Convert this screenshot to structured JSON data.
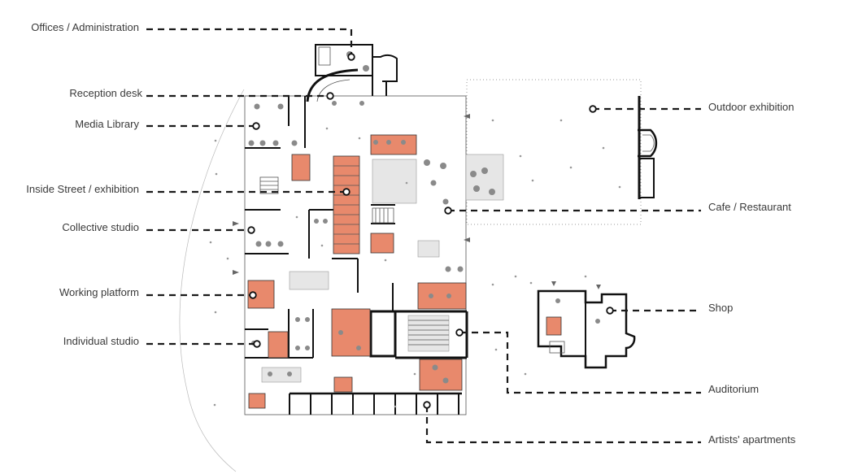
{
  "labels": {
    "offices": "Offices / Administration",
    "reception": "Reception desk",
    "media_library": "Media Library",
    "inside_street": "Inside Street / exhibition",
    "collective_studio": "Collective studio",
    "working_platform": "Working platform",
    "individual_studio": "Individual studio",
    "outdoor_exhibition": "Outdoor exhibition",
    "cafe": "Cafe / Restaurant",
    "shop": "Shop",
    "auditorium": "Auditorium",
    "apartments": "Artists' apartments"
  },
  "colors": {
    "highlight": "#e8896c",
    "wall": "#111111",
    "leader": "#1a1a1a",
    "label_text": "#3a3a3a"
  }
}
